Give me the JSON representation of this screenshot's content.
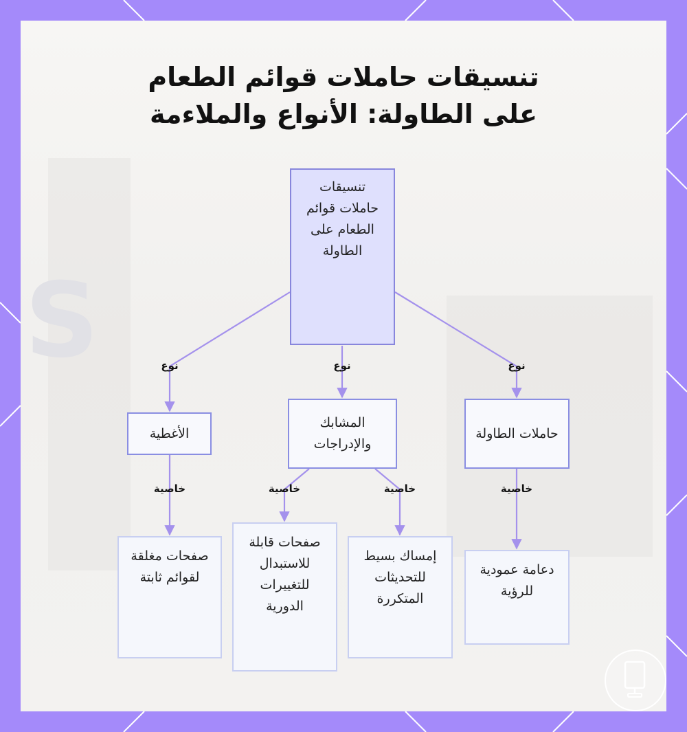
{
  "title": {
    "line1": "تنسيقات حاملات قوائم الطعام",
    "line2": "على الطاولة: الأنواع والملاءمة"
  },
  "nodes": {
    "root": "تنسيقات حاملات قوائم الطعام على الطاولة",
    "covers": "الأغطية",
    "clips": "المشابك والإدراجات",
    "stands": "حاملات الطاولة",
    "closed_pages": "صفحات مغلقة لقوائم ثابتة",
    "replaceable_pages": "صفحات قابلة للاستبدال للتغييرات الدورية",
    "easy_grip": "إمساك بسيط للتحديثات المتكررة",
    "vertical_support": "دعامة عمودية للرؤية"
  },
  "edge_labels": {
    "type": "نوع",
    "property": "خاصية"
  },
  "colors": {
    "frame": "#a48afa",
    "edge": "#a491ec",
    "root_fill": "#dfe0fd",
    "node_border": "#8a8ee2",
    "leaf_border": "#c8cff1"
  },
  "icons": {
    "corner_badge": "tablet-stand-icon"
  }
}
